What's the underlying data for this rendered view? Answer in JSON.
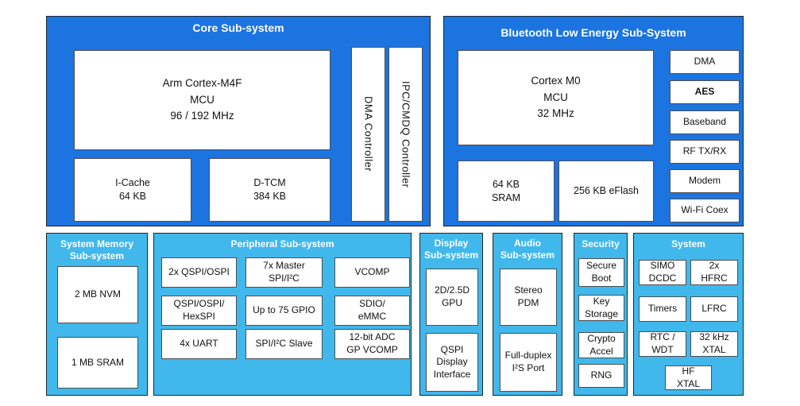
{
  "colors": {
    "core_block_blue": "#1c74e0",
    "bottom_block_blue": "#41b8ec",
    "box_background": "#ffffff",
    "box_border": "#4d4d4d",
    "title_text": "#ffffff",
    "box_text": "#111111"
  },
  "core": {
    "title": "Core Sub-system",
    "cpu": "Arm Cortex-M4F\nMCU\n96 / 192 MHz",
    "icache": "I-Cache\n64 KB",
    "dtcm": "D-TCM\n384 KB",
    "dma_controller": "DMA Controller",
    "ipc_controller": "IPC/CMDQ Controller"
  },
  "ble": {
    "title": "Bluetooth Low Energy Sub-System",
    "cpu": "Cortex M0\nMCU\n32 MHz",
    "sram": "64 KB\nSRAM",
    "eflash": "256 KB eFlash",
    "side_boxes": [
      "DMA",
      "AES",
      "Baseband",
      "RF TX/RX",
      "Modem",
      "Wi-Fi Coex"
    ]
  },
  "system_memory": {
    "title": "System Memory\nSub-system",
    "items": [
      "2 MB NVM",
      "1 MB SRAM"
    ]
  },
  "peripheral": {
    "title": "Peripheral Sub-system",
    "items": [
      "2x QSPI/OSPI",
      "7x Master\nSPI/I²C",
      "VCOMP",
      "QSPI/OSPI/\nHexSPI",
      "Up to 75 GPIO",
      "SDIO/\neMMC",
      "4x UART",
      "SPI/I²C Slave",
      "12-bit ADC\nGP VCOMP"
    ]
  },
  "display": {
    "title": "Display\nSub-system",
    "items": [
      "2D/2.5D\nGPU",
      "QSPI\nDisplay\nInterface"
    ]
  },
  "audio": {
    "title": "Audio\nSub-system",
    "items": [
      "Stereo\nPDM",
      "Full-duplex\nI²S Port"
    ]
  },
  "security": {
    "title": "Security",
    "items": [
      "Secure\nBoot",
      "Key\nStorage",
      "Crypto\nAccel",
      "RNG"
    ]
  },
  "system": {
    "title": "System",
    "items": [
      "SIMO\nDCDC",
      "2x\nHFRC",
      "Timers",
      "LFRC",
      "RTC /\nWDT",
      "32 kHz\nXTAL",
      "HF\nXTAL"
    ]
  }
}
